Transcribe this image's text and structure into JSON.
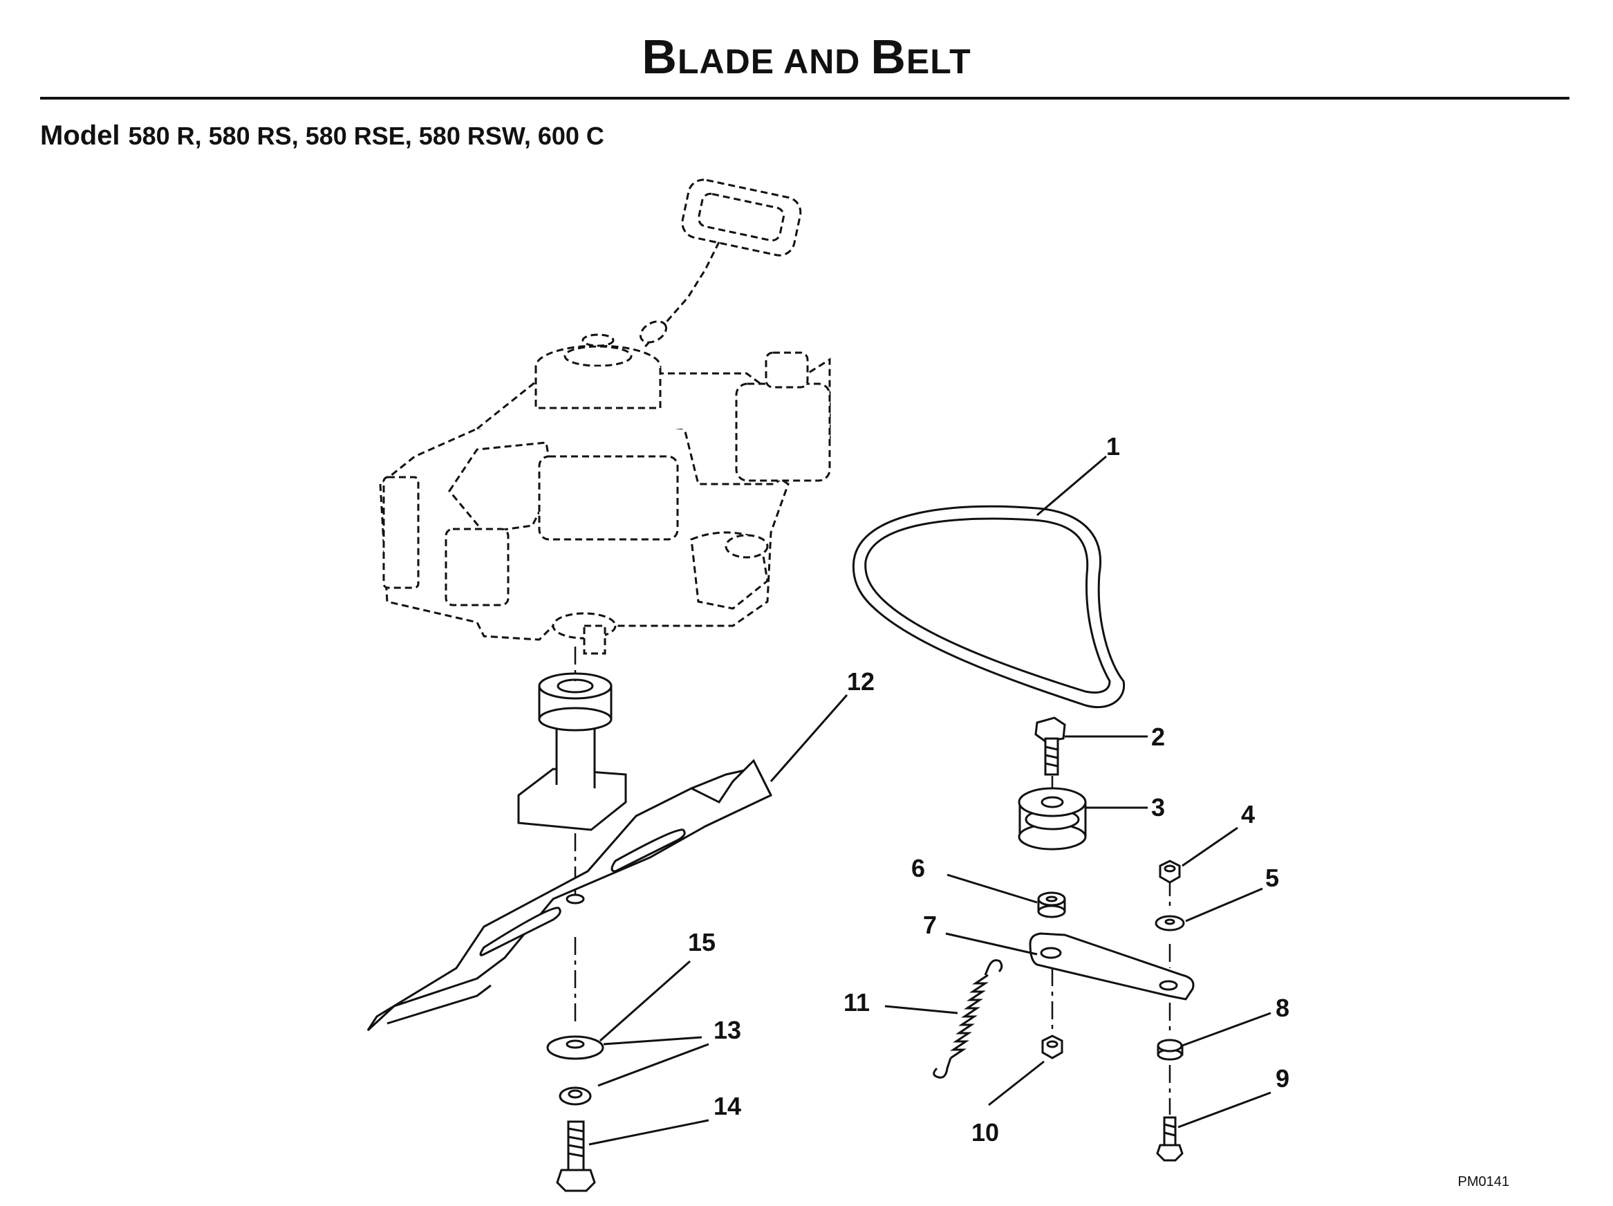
{
  "header": {
    "title_first_letter_1": "B",
    "title_rest_1": "LADE AND",
    "title_first_letter_2": "B",
    "title_rest_2": "ELT"
  },
  "model_line": {
    "label": "Model",
    "models": "580 R, 580 RS, 580 RSE, 580 RSW,  600 C"
  },
  "callouts": [
    "1",
    "2",
    "3",
    "4",
    "5",
    "6",
    "7",
    "8",
    "9",
    "10",
    "11",
    "12",
    "13",
    "14",
    "15"
  ],
  "footer": {
    "drawing_code": "PM0141"
  },
  "icons": {
    "engine": "engine-icon",
    "belt": "v-belt-icon",
    "blade": "mower-blade-icon",
    "pulley": "pulley-icon",
    "spring": "spring-icon"
  }
}
